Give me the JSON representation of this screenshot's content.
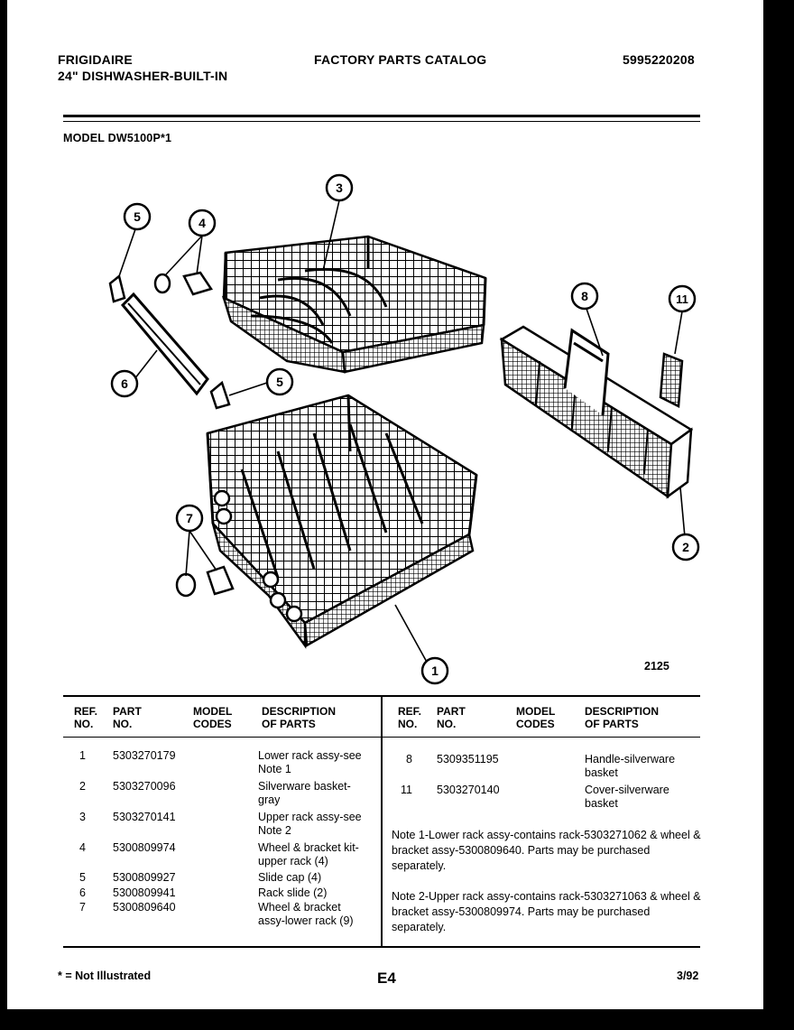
{
  "header": {
    "brand": "FRIGIDAIRE",
    "product": "24\" DISHWASHER-BUILT-IN",
    "catalog_title": "FACTORY PARTS CATALOG",
    "catalog_number": "5995220208",
    "model_label": "MODEL",
    "model_number": "DW5100P*1"
  },
  "diagram": {
    "callouts": [
      "1",
      "2",
      "3",
      "4",
      "5",
      "5",
      "6",
      "7",
      "8",
      "11"
    ],
    "figure_number": "2125"
  },
  "table": {
    "headers": {
      "ref": "REF.\nNO.",
      "part": "PART\nNO.",
      "model": "MODEL\nCODES",
      "desc": "DESCRIPTION\nOF PARTS"
    },
    "left_rows": [
      {
        "ref": "1",
        "part": "5303270179",
        "desc": "Lower rack assy-see\nNote 1"
      },
      {
        "ref": "2",
        "part": "5303270096",
        "desc": "Silverware basket-\ngray"
      },
      {
        "ref": "3",
        "part": "5303270141",
        "desc": "Upper rack assy-see\nNote 2"
      },
      {
        "ref": "4",
        "part": "5300809974",
        "desc": "Wheel & bracket kit-\nupper rack (4)"
      },
      {
        "ref": "5",
        "part": "5300809927",
        "desc": "Slide cap (4)"
      },
      {
        "ref": "6",
        "part": "5300809941",
        "desc": "Rack slide (2)"
      },
      {
        "ref": "7",
        "part": "5300809640",
        "desc": "Wheel & bracket\nassy-lower rack (9)"
      }
    ],
    "right_rows": [
      {
        "ref": "8",
        "part": "5309351195",
        "desc": "Handle-silverware\nbasket"
      },
      {
        "ref": "11",
        "part": "5303270140",
        "desc": "Cover-silverware\nbasket"
      }
    ],
    "notes": [
      "Note 1-Lower rack assy-contains rack-5303271062 & wheel & bracket assy-5300809640. Parts may be purchased separately.",
      "Note 2-Upper rack assy-contains rack-5303271063 & wheel & bracket assy-5300809974. Parts may be purchased separately."
    ]
  },
  "footer": {
    "legend": "* = Not Illustrated",
    "page": "E4",
    "date": "3/92"
  }
}
